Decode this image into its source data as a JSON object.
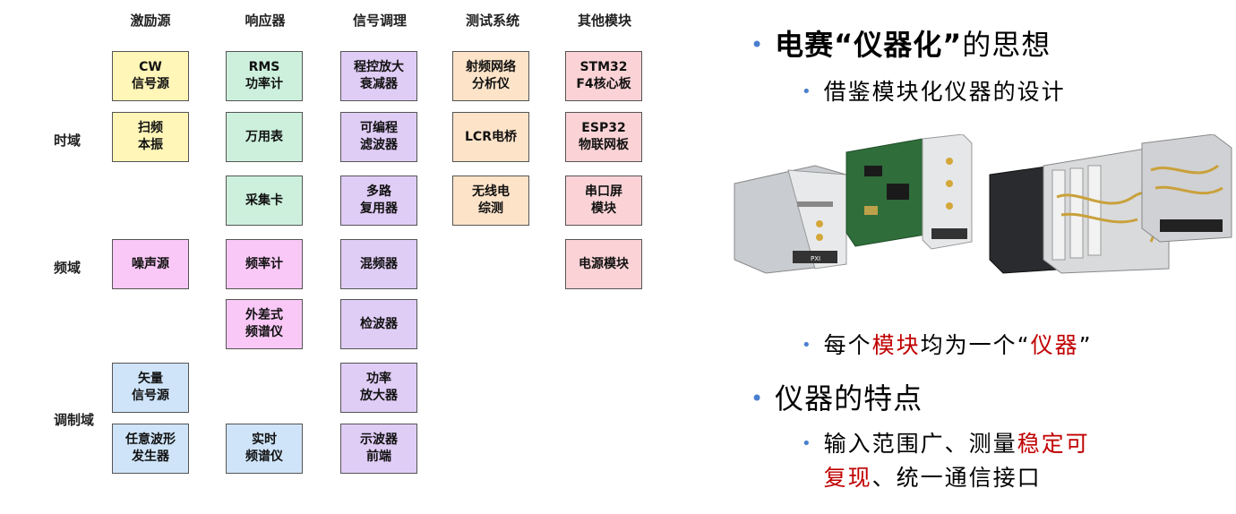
{
  "left_diagram": {
    "columns": [
      "激励源",
      "响应器",
      "信号调理",
      "测试系统",
      "其他模块"
    ],
    "rows": [
      "时域",
      "频域",
      "调制域"
    ],
    "boxes": {
      "cw_source": "CW\n信号源",
      "sweep_lo": "扫频\n本振",
      "noise_source": "噪声源",
      "vector_source": "矢量\n信号源",
      "awg": "任意波形\n发生器",
      "rms_meter": "RMS\n功率计",
      "multimeter": "万用表",
      "daq_card": "采集卡",
      "freq_counter": "频率计",
      "heterodyne_analyzer": "外差式\n频谱仪",
      "realtime_analyzer": "实时\n频谱仪",
      "prog_amp": "程控放大\n衰减器",
      "prog_filter": "可编程\n滤波器",
      "mux": "多路\n复用器",
      "mixer": "混频器",
      "detector": "检波器",
      "power_amp": "功率\n放大器",
      "scope_frontend": "示波器\n前端",
      "vna": "射频网络\n分析仪",
      "lcr_bridge": "LCR电桥",
      "wireless_tester": "无线电\n综测",
      "stm32_board": "STM32\nF4核心板",
      "esp32_board": "ESP32\n物联网板",
      "serial_screen": "串口屏\n模块",
      "power_module": "电源模块"
    }
  },
  "right_text": {
    "b1_part1": "电赛“仪器化”",
    "b1_part2": "的思想",
    "b1_sub": "借鉴模块化仪器的设计",
    "b2_a": "每个",
    "b2_b": "模块",
    "b2_c": "均为一个“",
    "b2_d": "仪器",
    "b2_e": "”",
    "b3": "仪器的特点",
    "b3_sub_a": "输入范围广、测量",
    "b3_sub_b": "稳定可",
    "b3_sub_c": "复现",
    "b3_sub_d": "、统一通信接口"
  },
  "colors": {
    "bullet_blue": "#4a7fcf",
    "emphasis_red": "#c00000"
  }
}
